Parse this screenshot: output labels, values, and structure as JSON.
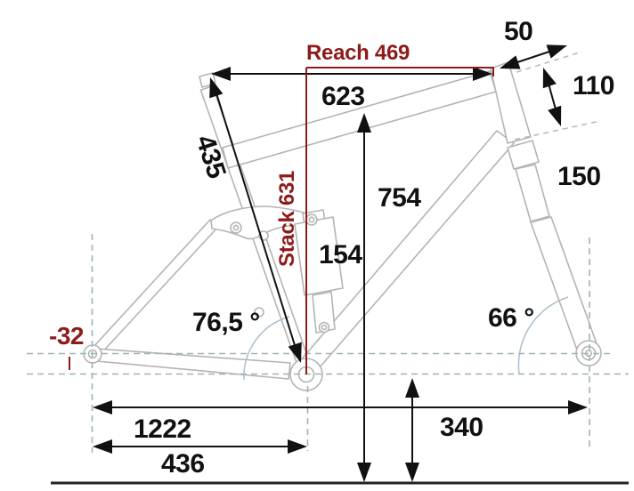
{
  "diagram": {
    "title_hint": "mountain bike frame geometry drawing",
    "labels": {
      "reach": "Reach 469",
      "stack": "Stack 631",
      "stem": "50",
      "head_tube": "110",
      "fork": "150",
      "top_tube": "623",
      "standover": "754",
      "shock": "154",
      "seat_tube": "435",
      "seat_angle": "76,5 °",
      "head_angle": "66 °",
      "bb_drop": "-32",
      "bb_height": "340",
      "wheelbase": "1222",
      "chainstay": "436"
    },
    "colors": {
      "dimension_red": "#8e1b1b",
      "guide_teal": "#9fb3b3",
      "frame_gray": "#b4b4b4",
      "angle_arc_blue": "#a9bfce",
      "ink": "#111111"
    }
  }
}
